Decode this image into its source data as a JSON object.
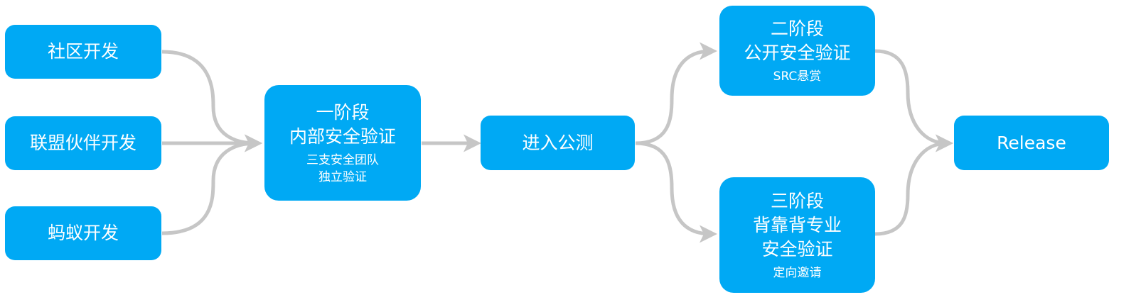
{
  "colors": {
    "box": "#00a9f4",
    "arrow": "#c6c6c6",
    "text": "#ffffff"
  },
  "sources": [
    {
      "label": "社区开发"
    },
    {
      "label": "联盟伙伴开发"
    },
    {
      "label": "蚂蚁开发"
    }
  ],
  "stage1": {
    "title": "一阶段",
    "subtitle": "内部安全验证",
    "notes": [
      "三支安全团队",
      "独立验证"
    ]
  },
  "public_beta": {
    "label": "进入公测"
  },
  "stage2": {
    "title": "二阶段",
    "subtitle": "公开安全验证",
    "note": "SRC悬赏"
  },
  "stage3": {
    "title": "三阶段",
    "subtitle": [
      "背靠背专业",
      "安全验证"
    ],
    "note": "定向邀请"
  },
  "release": {
    "label": "Release"
  }
}
